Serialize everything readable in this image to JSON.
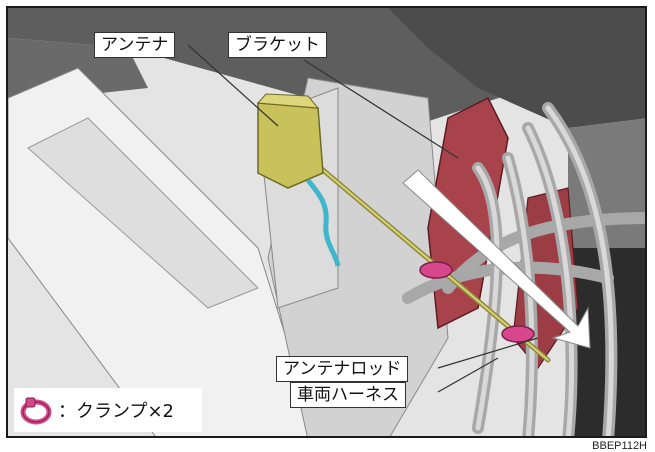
{
  "callouts": {
    "antenna": "アンテナ",
    "bracket": "ブラケット",
    "antenna_rod": "アンテナロッド",
    "vehicle_harness": "車両ハーネス"
  },
  "legend": {
    "icon": "clamp-icon",
    "label": "：クランプ×2"
  },
  "figure_code": "BBEP112H",
  "colors": {
    "antenna_yellow": "#c9c25a",
    "bracket_red": "#a9434b",
    "clamp_pink": "#d8468c",
    "cable_cyan": "#3fb6c9",
    "arrow_fill": "#ffffff"
  }
}
